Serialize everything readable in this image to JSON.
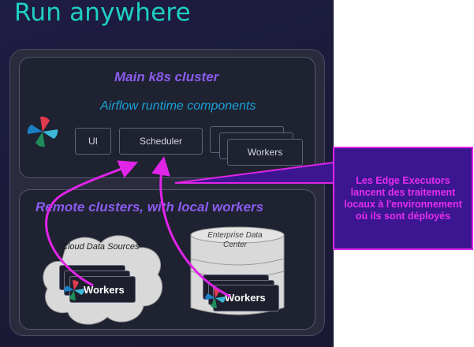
{
  "title": "Run anywhere",
  "main_cluster": {
    "title": "Main k8s cluster",
    "runtime_label": "Airflow runtime components",
    "components": {
      "ui": "UI",
      "scheduler": "Scheduler",
      "workers": "Workers"
    }
  },
  "remote_clusters": {
    "title": "Remote clusters, with local workers",
    "cloud": {
      "label": "Cloud Data Sources",
      "workers": "Workers"
    },
    "datacenter": {
      "label": "Enterprise Data Center",
      "workers": "Workers"
    }
  },
  "callout": {
    "text": "Les Edge Executors lancent des traitement locaux à l'environnement où ils sont déployés"
  },
  "colors": {
    "title": "#1fd0c4",
    "cluster_title": "#8a5cf0",
    "runtime": "#1aa1d8",
    "arrow": "#e024e8",
    "callout_bg": "#3c1690",
    "callout_text": "#e52ef0"
  },
  "icons": {
    "airflow": "airflow-pinwheel-icon"
  }
}
